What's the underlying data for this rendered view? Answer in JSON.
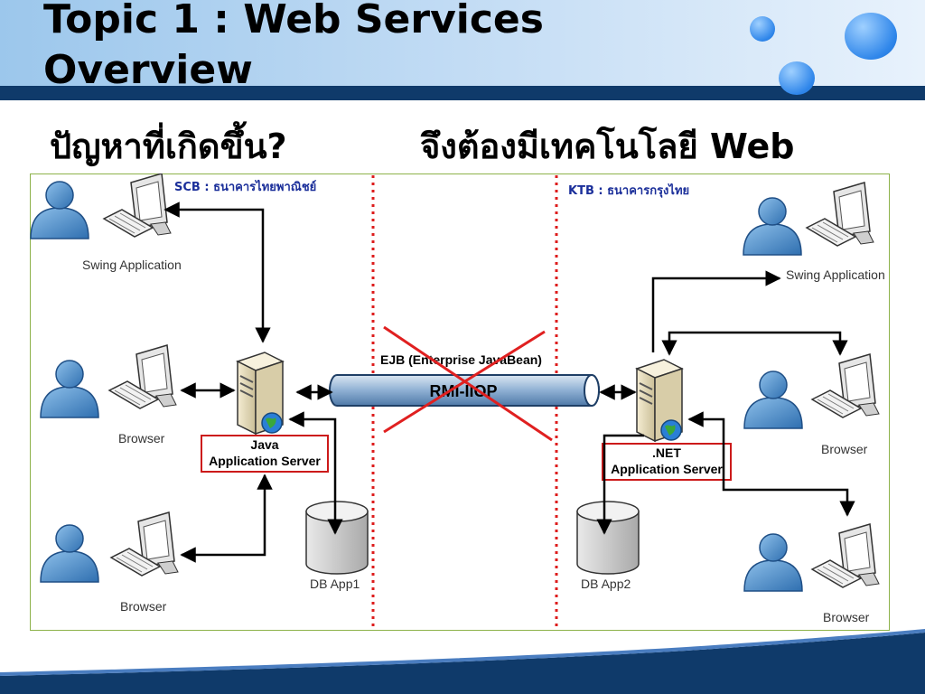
{
  "slide": {
    "title": "Topic 1 : Web Services Overview",
    "subtitle_left": "ปัญหาที่เกิดขึ้น?",
    "subtitle_right": "จึงต้องมีเทคโนโลยี Web"
  },
  "diagram": {
    "left_bank": "SCB : ธนาคารไทยพาณิชย์",
    "right_bank": "KTB : ธนาคารกรุงไทย",
    "left_clients": [
      "Swing Application",
      "Browser",
      "Browser"
    ],
    "right_clients": [
      "Swing Application",
      "Browser",
      "Browser"
    ],
    "java_server_line1": "Java",
    "java_server_line2": "Application Server",
    "net_server_line1": ".NET",
    "net_server_line2": "Application Server",
    "pipe_caption": "EJB (Enterprise JavaBean)",
    "pipe_label": "RMI-IIOP",
    "db_left": "DB App1",
    "db_right": "DB App2"
  },
  "colors": {
    "header_dark": "#0f3a6a",
    "frame_border": "#8db24a",
    "divider": "#dd1c1c",
    "cross": "#e02020",
    "highlight_box": "#cc1a1a",
    "bank_text": "#1b2f9a"
  }
}
